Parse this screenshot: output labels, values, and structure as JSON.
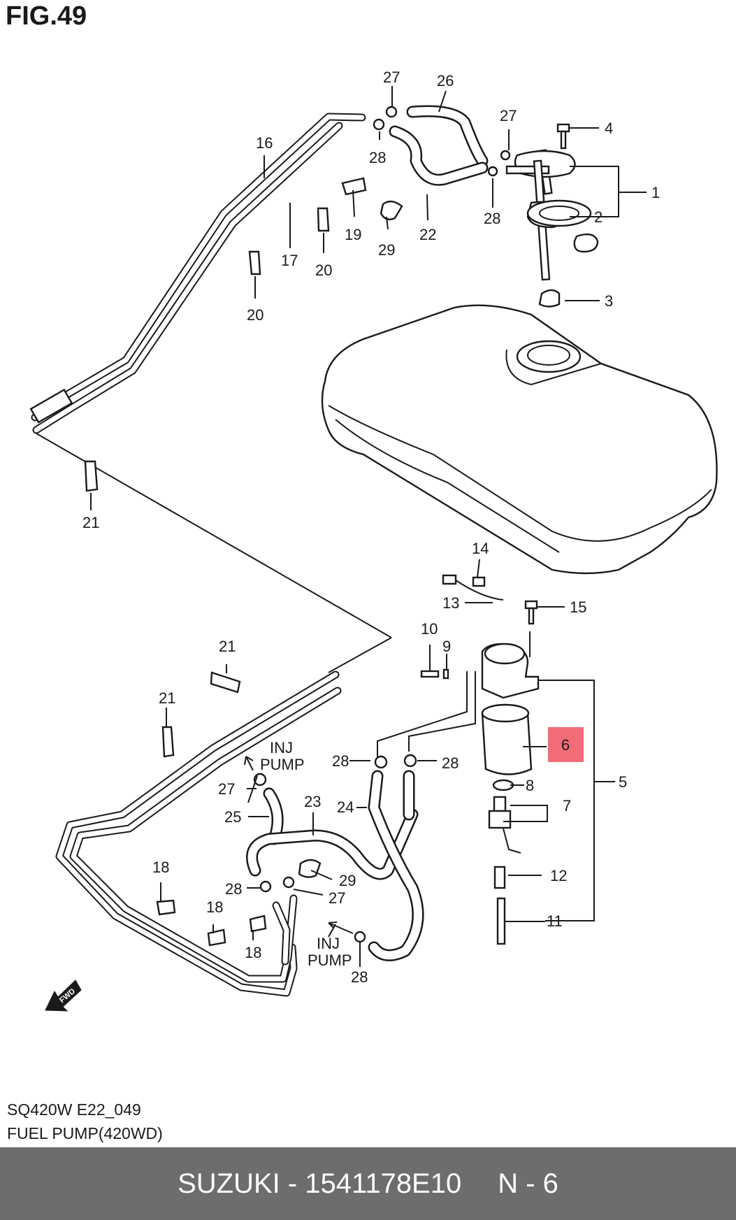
{
  "figure": {
    "title": "FIG.49",
    "code": "SQ420W E22_049",
    "caption": "FUEL PUMP(420WD)"
  },
  "labels": {
    "l1": "1",
    "l2": "2",
    "l3": "3",
    "l4": "4",
    "l5": "5",
    "l6": "6",
    "l7": "7",
    "l8": "8",
    "l9": "9",
    "l10": "10",
    "l11": "11",
    "l12": "12",
    "l13": "13",
    "l14": "14",
    "l15": "15",
    "l16": "16",
    "l17": "17",
    "l18a": "18",
    "l18b": "18",
    "l18c": "18",
    "l19": "19",
    "l20a": "20",
    "l20b": "20",
    "l21a": "21",
    "l21b": "21",
    "l21c": "21",
    "l22": "22",
    "l23": "23",
    "l24": "24",
    "l25": "25",
    "l26": "26",
    "l27a": "27",
    "l27b": "27",
    "l27c": "27",
    "l27d": "27",
    "l28a": "28",
    "l28b": "28",
    "l28c": "28",
    "l28d": "28",
    "l28e": "28",
    "l28f": "28",
    "l29a": "29",
    "l29b": "29"
  },
  "annotations": {
    "inj": "INJ",
    "pump": "PUMP",
    "fwd": "FWD"
  },
  "highlight": {
    "part_number": "6",
    "color": "#f26d78"
  },
  "footer": {
    "brand_part": "SUZUKI - 1541178E10",
    "ref": "N - 6"
  }
}
